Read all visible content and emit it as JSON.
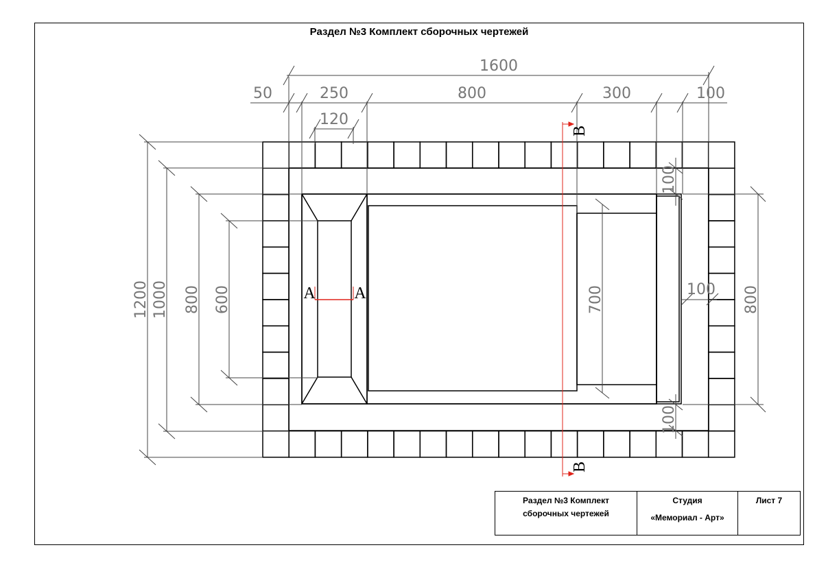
{
  "sheet": {
    "title": "Раздел №3 Комплект сборочных чертежей"
  },
  "dimensions": {
    "overall_width": "1600",
    "left_offset": "50",
    "stele_zone": "250",
    "stele_width": "120",
    "flowerbed": "800",
    "slab_zone": "300",
    "right_offset": "100",
    "top_gap": "100",
    "inner_gap": "100",
    "bottom_gap": "100",
    "overall_length": "1200",
    "outer_length": "1000",
    "inner_length": "800",
    "stele_length": "600",
    "slab_length": "700",
    "right_length": "800"
  },
  "sections": {
    "a_left": "А",
    "a_right": "А",
    "b_top": "В",
    "b_bottom": "В"
  },
  "stamp": {
    "section_line1": "Раздел №3 Комплект",
    "section_line2": "сборочных чертежей",
    "studio_label": "Студия",
    "studio_name": "«Мемориал - Арт»",
    "sheet_number": "Лист 7"
  }
}
